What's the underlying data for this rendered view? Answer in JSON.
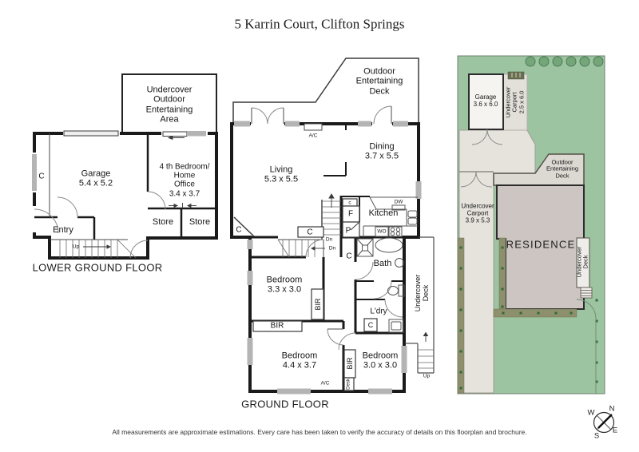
{
  "title": "5 Karrin Court, Clifton Springs",
  "lower_ground": {
    "floor_label": "LOWER GROUND FLOOR",
    "outdoor_area": "Undercover\nOutdoor\nEntertaining\nArea",
    "garage": "Garage\n5.4 x 5.2",
    "bedroom4": "4 th Bedroom/\nHome\nOffice\n3.4 x 3.7",
    "store1": "Store",
    "store2": "Store",
    "entry": "Entry",
    "cupboard": "C",
    "up": "Up"
  },
  "ground": {
    "floor_label": "GROUND FLOOR",
    "deck": "Outdoor\nEntertaining\nDeck",
    "living": "Living\n5.3 x 5.5",
    "dining": "Dining\n3.7 x 5.5",
    "kitchen": "Kitchen",
    "bath": "Bath",
    "laundry": "L'dry",
    "bedroom1": "Bedroom\n3.3 x 3.0",
    "bedroom2": "Bedroom\n4.4 x 3.7",
    "bedroom3": "Bedroom\n3.0 x 3.0",
    "bir": "BIR",
    "undercover_deck": "Undercover\nDeck",
    "ac": "A/C",
    "dw": "DW",
    "wo": "WO",
    "fridge": "F",
    "pantry": "P",
    "cupboard": "C",
    "cupboard_small": "c",
    "desk": "Desk",
    "dn": "Dn",
    "up": "Up"
  },
  "site": {
    "garage": "Garage\n3.6 x 6.0",
    "carport_top": "Undercover\nCarport\n2.5 x 6.0",
    "carport_left": "Undercover\nCarport\n3.9 x 5.3",
    "deck": "Outdoor\nEntertaining\nDeck",
    "residence": "RESIDENCE",
    "undercover_deck": "Undercover\nDeck"
  },
  "compass": {
    "n": "N",
    "e": "E",
    "s": "S",
    "w": "W"
  },
  "disclaimer": "All measurements are approximate estimations. Every care has been taken to verify the accuracy of details on this floorplan and brochure.",
  "colors": {
    "wall": "#1a1a1a",
    "window": "#b4b4b4",
    "grass": "#9dc4a1",
    "bush": "#74a679",
    "paved": "#e6e3dd",
    "residence": "#ccc5c1",
    "deck": "#dcd9d3",
    "garden_bed": "#8d8f6d"
  }
}
